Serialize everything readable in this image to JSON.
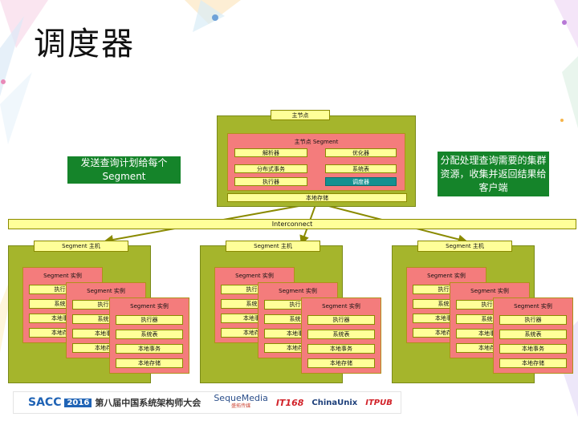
{
  "title": "调度器",
  "master": {
    "host_label": "主节点",
    "segment_label": "主节点 Segment",
    "parser": "解析器",
    "optimizer": "优化器",
    "dist_txn": "分布式事务",
    "catalog": "系统表",
    "executor": "执行器",
    "dispatcher": "调度器",
    "local_storage": "本地存储"
  },
  "interconnect": "Interconnect",
  "left_note": "发送查询计划给每个 Segment",
  "right_note": "分配处理查询需要的集群资源，收集并返回结果给客户端",
  "segment_host": {
    "host_label": "Segment 主机",
    "instance_label": "Segment 实例",
    "executor": "执行器",
    "catalog": "系统表",
    "local_txn": "本地事务",
    "local_storage": "本地存储"
  },
  "footer": {
    "sacc": "SACC",
    "year": "2016",
    "conference": "第八届中国系统架构师大会",
    "sponsor1": "SequeMedia",
    "sponsor1_sub": "盛拓传媒",
    "sponsor2": "IT168",
    "sponsor3": "ChinaUnix",
    "sponsor4": "ITPUB"
  },
  "colors": {
    "olive": "#a5b52c",
    "yellow": "#ffff99",
    "salmon": "#f47c7c",
    "teal": "#159090",
    "green": "#15842a"
  }
}
